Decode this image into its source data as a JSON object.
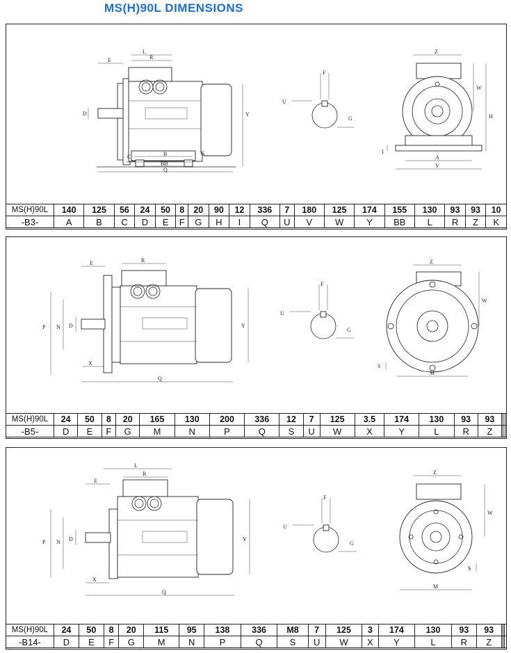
{
  "title": "MS(H)90L DIMENSIONS",
  "sections": [
    {
      "id": "b3",
      "row_label": "MS(H)90L",
      "mount_label": "-B3-",
      "values": [
        "140",
        "125",
        "56",
        "24",
        "50",
        "8",
        "20",
        "90",
        "12",
        "336",
        "7",
        "180",
        "125",
        "174",
        "155",
        "130",
        "93",
        "93",
        "10"
      ],
      "letters": [
        "A",
        "B",
        "C",
        "D",
        "E",
        "F",
        "G",
        "H",
        "I",
        "Q",
        "U",
        "V",
        "W",
        "Y",
        "BB",
        "L",
        "R",
        "Z",
        "K"
      ],
      "drawing_labels": [
        "E",
        "L",
        "R",
        "D",
        "C",
        "B",
        "BB",
        "Q",
        "K",
        "Y",
        "F",
        "U",
        "G",
        "Z",
        "W",
        "H",
        "I",
        "A",
        "V"
      ]
    },
    {
      "id": "b5",
      "row_label": "MS(H)90L",
      "mount_label": "-B5-",
      "values": [
        "24",
        "50",
        "8",
        "20",
        "165",
        "130",
        "200",
        "336",
        "12",
        "7",
        "125",
        "3.5",
        "174",
        "130",
        "93",
        "93",
        "",
        "",
        ""
      ],
      "letters": [
        "D",
        "E",
        "F",
        "G",
        "M",
        "N",
        "P",
        "Q",
        "S",
        "U",
        "W",
        "X",
        "Y",
        "L",
        "R",
        "Z",
        "",
        "",
        ""
      ],
      "drawing_labels": [
        "E",
        "R",
        "P",
        "N",
        "D",
        "X",
        "Q",
        "Y",
        "F",
        "U",
        "G",
        "Z",
        "W",
        "S",
        "M"
      ]
    },
    {
      "id": "b14",
      "row_label": "MS(H)90L",
      "mount_label": "-B14-",
      "values": [
        "24",
        "50",
        "8",
        "20",
        "115",
        "95",
        "138",
        "336",
        "M8",
        "7",
        "125",
        "3",
        "174",
        "130",
        "93",
        "93",
        "",
        "",
        ""
      ],
      "letters": [
        "D",
        "E",
        "F",
        "G",
        "M",
        "N",
        "P",
        "Q",
        "S",
        "U",
        "W",
        "X",
        "Y",
        "L",
        "R",
        "Z",
        "",
        "",
        ""
      ],
      "drawing_labels": [
        "L",
        "E",
        "R",
        "P",
        "N",
        "D",
        "X",
        "Q",
        "Y",
        "F",
        "U",
        "G",
        "Z",
        "W",
        "S",
        "M"
      ]
    }
  ]
}
